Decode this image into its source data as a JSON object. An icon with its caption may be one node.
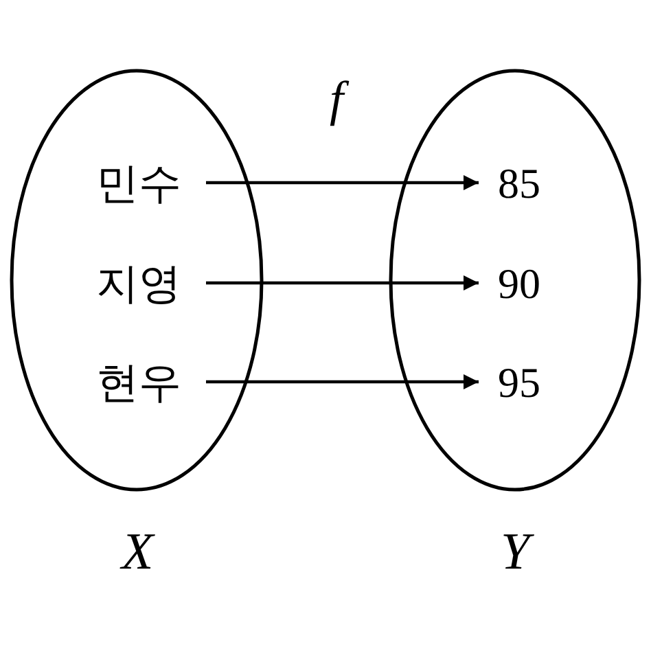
{
  "diagram": {
    "nodes": [
      {
        "text": [],
        "shape": "ellipse",
        "beside": [
          "X"
        ]
      },
      {
        "text": [
          "민수"
        ],
        "in": 0
      },
      {
        "text": [
          "지영"
        ],
        "in": 0
      },
      {
        "text": [
          "현우"
        ],
        "in": 0
      },
      {
        "text": [],
        "shape": "ellipse",
        "beside": [
          "Y"
        ]
      },
      {
        "text": [
          "85"
        ],
        "in": 4
      },
      {
        "text": [
          "90"
        ],
        "in": 4
      },
      {
        "text": [
          "95"
        ],
        "in": 4
      }
    ],
    "edges": [
      {
        "from": 1,
        "to": 5,
        "arrow": "to"
      },
      {
        "from": 2,
        "to": 6,
        "arrow": "to"
      },
      {
        "from": 3,
        "to": 7,
        "arrow": "to"
      }
    ],
    "labels": [
      "f"
    ]
  }
}
